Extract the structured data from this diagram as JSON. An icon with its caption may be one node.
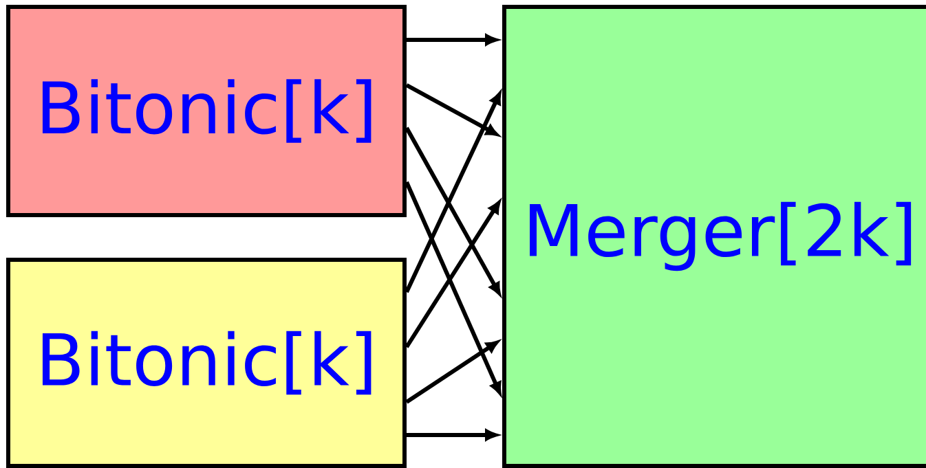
{
  "diagram": {
    "nodes": [
      {
        "text": [
          "Bitonic[k]"
        ]
      },
      {
        "text": [
          "Bitonic[k]"
        ]
      },
      {
        "text": [
          "Merger[2k]"
        ]
      }
    ],
    "edges": [
      {
        "from": 0,
        "to": 2,
        "arrow": "to"
      },
      {
        "from": 0,
        "to": 2,
        "arrow": "to"
      },
      {
        "from": 0,
        "to": 2,
        "arrow": "to"
      },
      {
        "from": 0,
        "to": 2,
        "arrow": "to"
      },
      {
        "from": 1,
        "to": 2,
        "arrow": "to"
      },
      {
        "from": 1,
        "to": 2,
        "arrow": "to"
      },
      {
        "from": 1,
        "to": 2,
        "arrow": "to"
      },
      {
        "from": 1,
        "to": 2,
        "arrow": "to"
      }
    ]
  }
}
